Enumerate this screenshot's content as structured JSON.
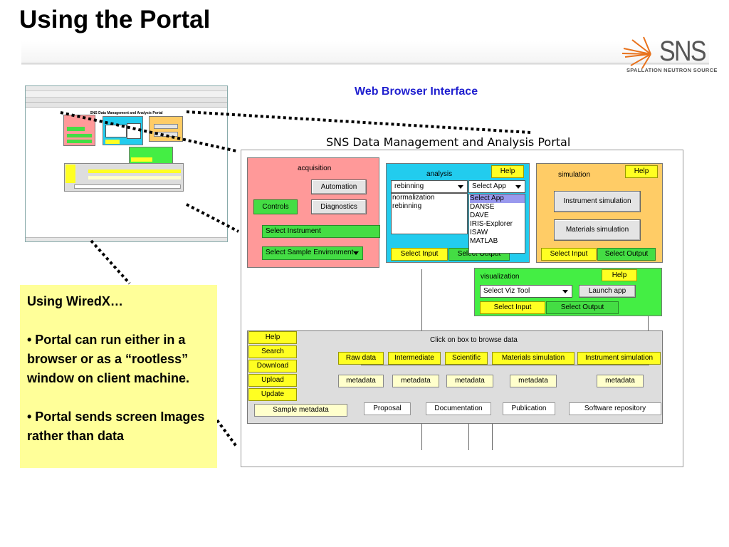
{
  "slide": {
    "title": "Using the Portal",
    "web_label": "Web Browser Interface"
  },
  "logo": {
    "letters": "SNS",
    "subtitle": "SPALLATION NEUTRON SOURCE"
  },
  "note": {
    "heading": "Using WiredX…",
    "bullet1": "• Portal can run either in a browser or as a “rootless” window on client machine.",
    "bullet2": "• Portal sends screen Images rather than data"
  },
  "portal": {
    "title": "SNS Data Management and Analysis Portal",
    "acquisition": {
      "label": "acquisition",
      "automation": "Automation",
      "controls": "Controls",
      "diagnostics": "Diagnostics",
      "select_instrument": "Select Instrument",
      "select_sample_env": "Select Sample Environment"
    },
    "analysis": {
      "label": "analysis",
      "help": "Help",
      "method_select": "rebinning",
      "methods": [
        "normalization",
        "rebinning"
      ],
      "app_select": "Select App",
      "apps": [
        "Select App",
        "DANSE",
        "DAVE",
        "IRIS-Explorer",
        "ISAW",
        "MATLAB"
      ],
      "select_input": "Select Input",
      "select_output": "Select Output"
    },
    "simulation": {
      "label": "simulation",
      "help": "Help",
      "instrument_sim": "Instrument simulation",
      "materials_sim": "Materials simulation",
      "select_input": "Select Input",
      "select_output": "Select Output"
    },
    "visualization": {
      "label": "visualization",
      "help": "Help",
      "viz_select": "Select Viz Tool",
      "launch": "Launch app",
      "select_input": "Select Input",
      "select_output": "Select Output"
    },
    "data": {
      "hint": "Click on box to browse data",
      "side_buttons": [
        "Help",
        "Search",
        "Download",
        "Upload",
        "Update"
      ],
      "categories": [
        "Raw data",
        "Intermediate",
        "Scientific",
        "Materials simulation",
        "Instrument simulation"
      ],
      "metadata": "metadata",
      "sample_metadata": "Sample metadata",
      "bottom": [
        "Proposal",
        "Documentation",
        "Publication",
        "Software repository"
      ]
    }
  },
  "thumbnail": {
    "title": "SNS Data Management and Analysis Portal"
  },
  "colors": {
    "acquisition_bg": "#ff9999",
    "analysis_bg": "#22ccee",
    "simulation_bg": "#ffcc66",
    "visualization_bg": "#44ee44",
    "data_bg": "#dddddd",
    "button_green": "#44dd44",
    "button_yellow": "#ffff22",
    "note_bg": "#ffff99",
    "heading_blue": "#1f1fcf"
  }
}
